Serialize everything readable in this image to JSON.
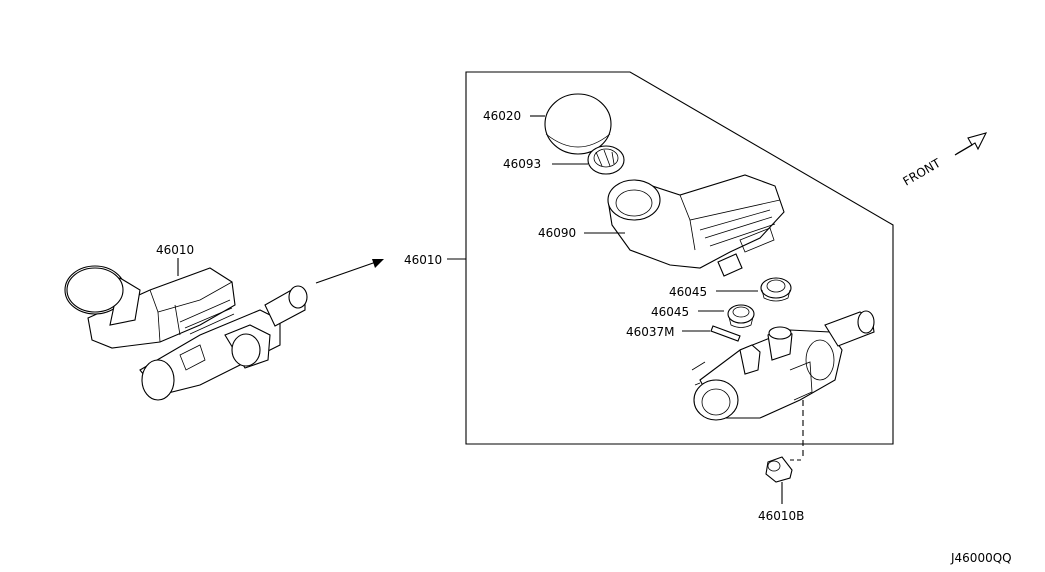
{
  "labels": {
    "assembly_left": "46010",
    "assembly_box": "46010",
    "reservoir_cap": "46020",
    "cap_seal": "46093",
    "reservoir": "46090",
    "grommet_upper": "46045",
    "grommet_lower": "46045",
    "pin": "46037M",
    "plug": "46010B"
  },
  "front_label": "FRONT",
  "diagram_code": "J46000QQ"
}
